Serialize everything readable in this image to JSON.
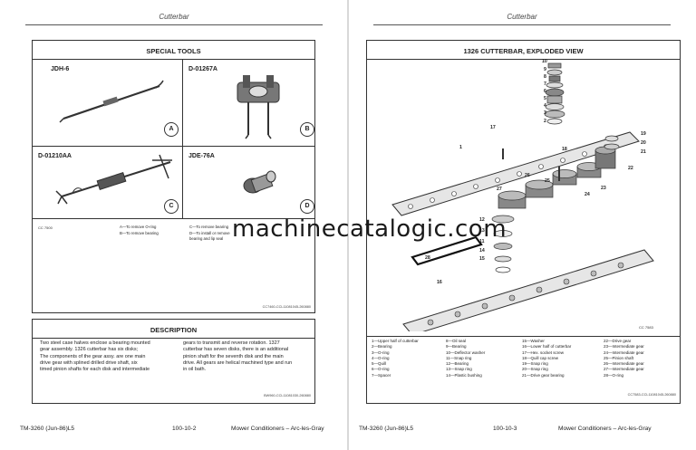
{
  "left_page": {
    "header": "Cutterbar",
    "special_tools": {
      "title": "SPECIAL TOOLS",
      "tools": [
        {
          "id": "JDH-6",
          "letter": "A"
        },
        {
          "id": "D-01267A",
          "letter": "B"
        },
        {
          "id": "D-01210AA",
          "letter": "C"
        },
        {
          "id": "JDE-76A",
          "letter": "D"
        }
      ],
      "cc_label": "CC 7500",
      "legend_left": [
        "A—To remove O-ring",
        "B—To remove bearing"
      ],
      "legend_right": [
        "C—To remove bearing",
        "D—To install or remove",
        "bearing and lip seal"
      ],
      "ref": "CC7460-CCL11081045-260880"
    },
    "description": {
      "title": "DESCRIPTION",
      "col1": [
        "Two steel case halves enclose a bearing mounted",
        "gear assembly. 1326 cutterbar has six disks;",
        "The components of the gear assy. are one main",
        "drive gear with splined drilled drive shaft, six",
        "timed pinion shafts for each disk and intermediate"
      ],
      "col2": [
        "gears to transmit and reverse rotation. 1327",
        "cutterbar has seven disks, there is an additional",
        "pinion shaft for the seventh disk and the main",
        "drive. All gears are helical machined type and run",
        "in oil bath."
      ],
      "ref": "BW960-CCL11081030-260880"
    },
    "footer": {
      "manual": "TM-3260 (Jun-86)L5",
      "page": "100-10-2",
      "title": "Mower Conditioners – Arc-les-Gray"
    }
  },
  "right_page": {
    "header": "Cutterbar",
    "exploded": {
      "title": "1326 CUTTERBAR, EXPLODED VIEW",
      "cc_label": "CC 7583",
      "ref": "CC7583-CCL11081045-260880",
      "callouts": [
        "10",
        "9",
        "8",
        "7",
        "6",
        "5",
        "4",
        "3",
        "2",
        "17",
        "18",
        "19",
        "20",
        "21",
        "22",
        "23",
        "24",
        "25",
        "26",
        "27",
        "1",
        "12",
        "13",
        "11",
        "14",
        "15",
        "16",
        "28"
      ],
      "legend": [
        [
          "1—Upper half of cutterbar",
          "2—Bearing",
          "3—O-ring",
          "4—O-ring",
          "5—Quill",
          "6—O-ring",
          "7—Spacer"
        ],
        [
          "8—Oil seal",
          "9—Bearing",
          "10—Deflector washer",
          "11—Snap ring",
          "12—Bearing",
          "13—Snap ring",
          "14—Plastic bushing"
        ],
        [
          "15—Washer",
          "16—Lower half of cutterbar",
          "17—Hex. socket screw",
          "18—Quill cap screw",
          "19—Snap ring",
          "20—Snap ring",
          "21—Drive gear bearing"
        ],
        [
          "22—Drive gear",
          "23—Intermediate gear",
          "24—Intermediate gear",
          "25—Pinion shaft",
          "26—Intermediate gear",
          "27—Intermediate gear",
          "28—O-ring"
        ]
      ]
    },
    "footer": {
      "manual": "TM-3260 (Jun-86)L5",
      "page": "100-10-3",
      "title": "Mower Conditioners – Arc-les-Gray"
    }
  },
  "watermark": "machinecatalogic.com"
}
